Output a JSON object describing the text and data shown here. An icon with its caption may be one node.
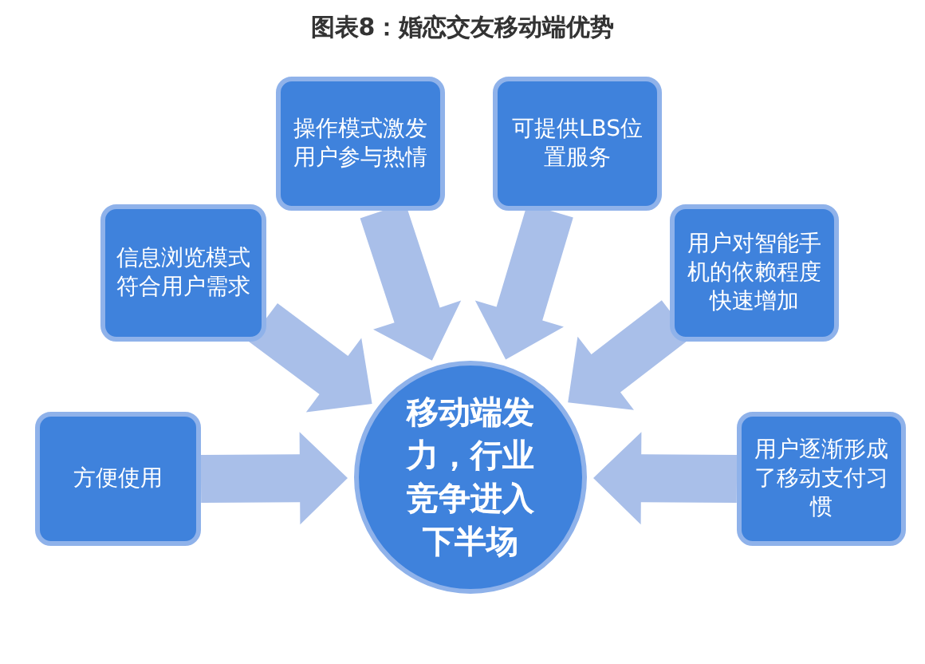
{
  "diagram": {
    "title": "图表8：婚恋交友移动端优势",
    "nodes": [
      {
        "text": [
          "操作模式激发用户参与热情"
        ]
      },
      {
        "text": [
          "可提供LBS位置服务"
        ]
      },
      {
        "text": [
          "信息浏览模式符合用户需求"
        ]
      },
      {
        "text": [
          "用户对智能手机的依赖程度快速增加"
        ]
      },
      {
        "text": [
          "方便使用"
        ]
      },
      {
        "text": [
          "移动端发力，行业竞争进入下半场"
        ]
      },
      {
        "text": [
          "用户逐渐形成了移动支付习惯"
        ]
      }
    ],
    "edges": [
      {
        "from": 0,
        "to": 5,
        "arrow": "to"
      },
      {
        "from": 1,
        "to": 5,
        "arrow": "to"
      },
      {
        "from": 2,
        "to": 5,
        "arrow": "to"
      },
      {
        "from": 3,
        "to": 5,
        "arrow": "to"
      },
      {
        "from": 4,
        "to": 5,
        "arrow": "to"
      },
      {
        "from": 6,
        "to": 5,
        "arrow": "to"
      }
    ]
  }
}
